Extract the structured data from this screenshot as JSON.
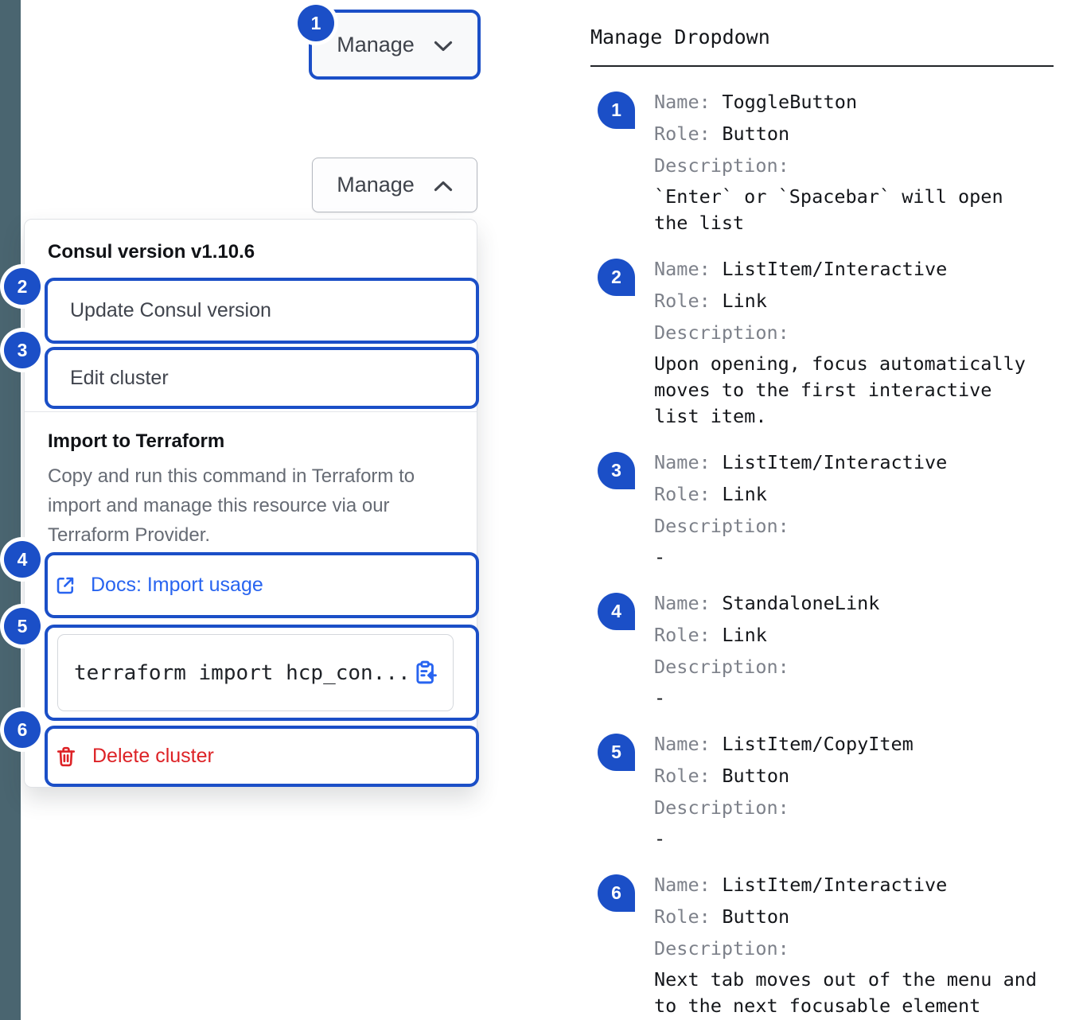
{
  "colors": {
    "annotation_blue": "#1b4fc7",
    "link_blue": "#2864f0",
    "danger_red": "#dd2226",
    "side_strip": "#4a6570"
  },
  "left": {
    "manage_toggle": {
      "label": "Manage"
    },
    "manage_open": {
      "label": "Manage"
    },
    "badges": [
      "1",
      "2",
      "3",
      "4",
      "5",
      "6"
    ],
    "dropdown": {
      "version_header": "Consul version v1.10.6",
      "update_item": "Update Consul version",
      "edit_item": "Edit cluster",
      "import_title": "Import to Terraform",
      "import_description": "Copy and run this command in Terraform to import and manage this resource via our Terraform Provider.",
      "docs_link": "Docs: Import usage",
      "code_snippet": "terraform import hcp_con...",
      "delete_item": "Delete cluster"
    }
  },
  "legend": {
    "title": "Manage Dropdown",
    "name_label": "Name:",
    "role_label": "Role:",
    "description_label": "Description:",
    "items": [
      {
        "num": "1",
        "name": "ToggleButton",
        "role": "Button",
        "description": "`Enter` or `Spacebar` will open the list"
      },
      {
        "num": "2",
        "name": "ListItem/Interactive",
        "role": "Link",
        "description": "Upon opening, focus automatically moves to the first interactive list item."
      },
      {
        "num": "3",
        "name": "ListItem/Interactive",
        "role": "Link",
        "description": "-"
      },
      {
        "num": "4",
        "name": "StandaloneLink",
        "role": "Link",
        "description": "-"
      },
      {
        "num": "5",
        "name": "ListItem/CopyItem",
        "role": "Button",
        "description": "-"
      },
      {
        "num": "6",
        "name": "ListItem/Interactive",
        "role": "Button",
        "description": "Next tab moves out of the menu and to the next focusable element"
      }
    ]
  }
}
